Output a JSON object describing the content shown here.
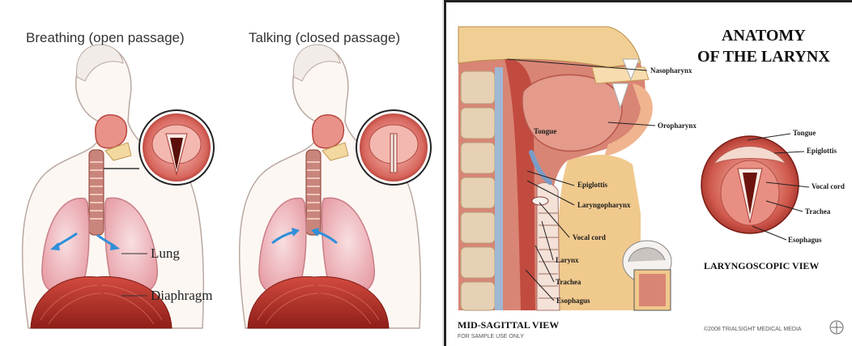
{
  "left": {
    "breathing_title": "Breathing (open passage)",
    "talking_title": "Talking (closed passage)",
    "lung_label": "Lung",
    "diaphragm_label": "Diaphragm"
  },
  "right": {
    "title_line1": "ANATOMY",
    "title_line2": "OF THE LARYNX",
    "sagittal_labels": {
      "nasopharynx": "Nasopharynx",
      "tongue": "Tongue",
      "oropharynx": "Oropharynx",
      "epiglottis": "Epiglottis",
      "laryngopharynx": "Laryngopharynx",
      "vocal_cord": "Vocal cord",
      "larynx": "Larynx",
      "trachea": "Trachea",
      "esophagus": "Esophagus"
    },
    "scope_labels": {
      "tongue": "Tongue",
      "epiglottis": "Epiglottis",
      "vocal_cord": "Vocal cord",
      "trachea": "Trachea",
      "esophagus": "Esophagus"
    },
    "mid_sagittal_caption": "MID-SAGITTAL VIEW",
    "laryngoscopic_caption": "LARYNGOSCOPIC VIEW",
    "sample_text": "FOR SAMPLE USE ONLY",
    "copyright_text": "©2008 TRIALSIGHT MEDICAL MEDIA"
  },
  "colors": {
    "tissue_red": "#b8473d",
    "muscle_red": "#c0392b",
    "lung_pink": "#f2c2c6",
    "skin": "#fbeee6",
    "bone": "#f3d9a0",
    "arrow_blue": "#2f8fd8"
  }
}
